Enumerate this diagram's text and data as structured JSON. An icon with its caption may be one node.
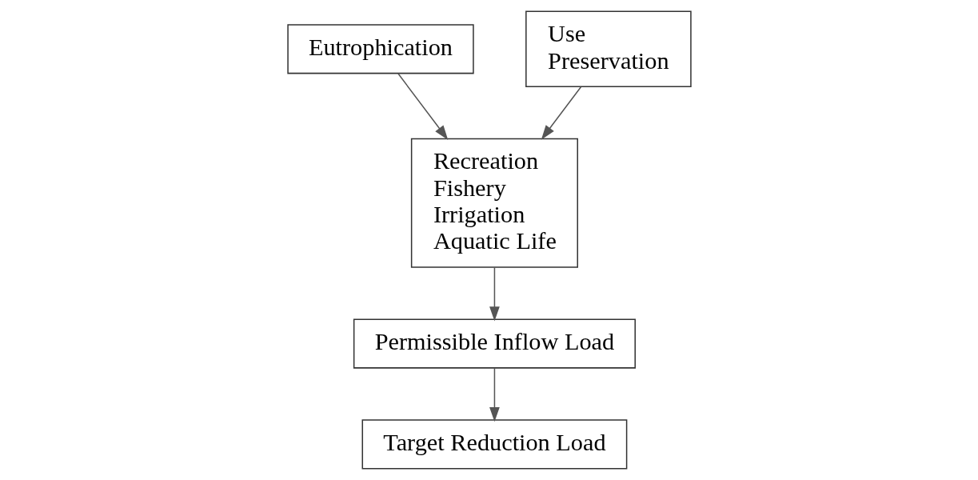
{
  "diagram": {
    "nodes": [
      {
        "text": [
          "Eutrophication"
        ]
      },
      {
        "text": [
          "Recreation",
          "Fishery",
          "Irrigation",
          "Aquatic Life"
        ]
      },
      {
        "text": [
          "Use",
          "Preservation"
        ]
      },
      {
        "text": [
          "Permissible Inflow Load"
        ]
      },
      {
        "text": [
          "Target Reduction Load"
        ]
      }
    ],
    "edges": [
      {
        "from": 0,
        "to": 1,
        "arrow": "to"
      },
      {
        "from": 2,
        "to": 1,
        "arrow": "to"
      },
      {
        "from": 1,
        "to": 3,
        "arrow": "to"
      },
      {
        "from": 3,
        "to": 4,
        "arrow": "to"
      }
    ]
  }
}
